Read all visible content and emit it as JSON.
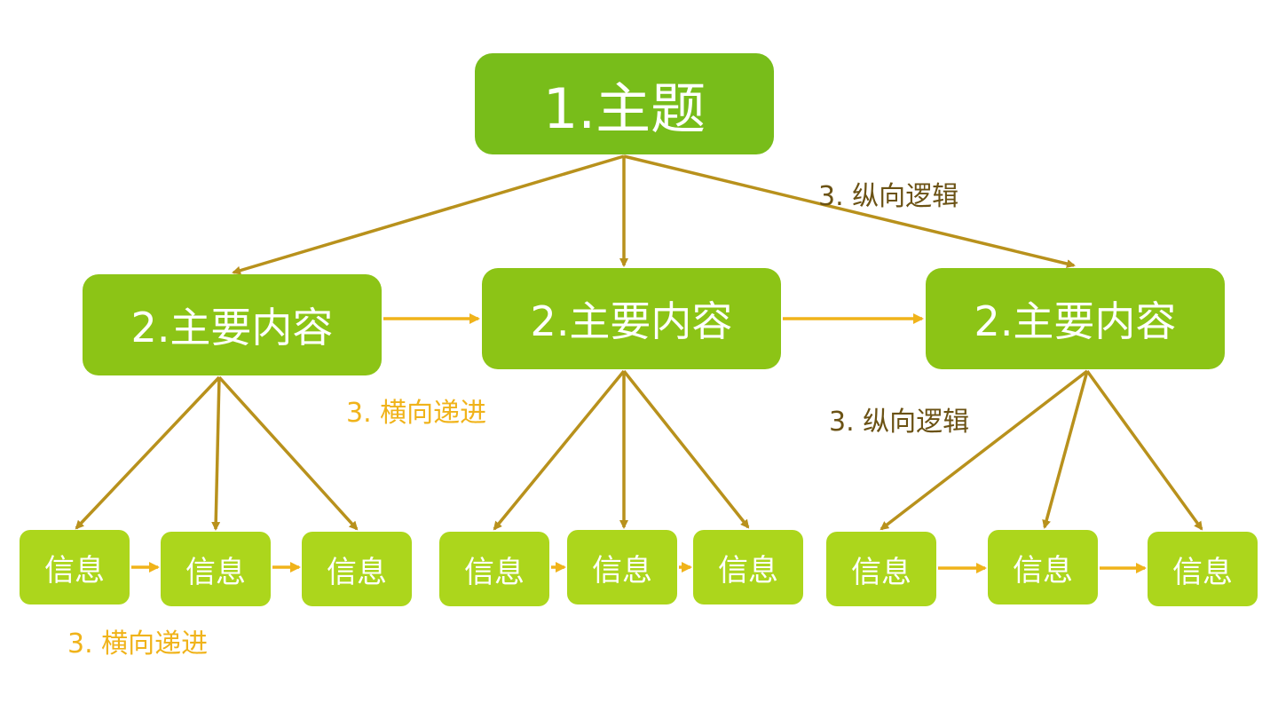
{
  "colors": {
    "topic_fill": "#78bd1a",
    "main_fill": "#8cc416",
    "info_fill": "#acd61c",
    "vertical_arrow": "#b8911c",
    "horizontal_arrow": "#f0b31a",
    "vertical_label": "#6b5214",
    "horizontal_label": "#f0b31a"
  },
  "topic": {
    "label": "1.主题"
  },
  "main_contents": [
    {
      "label": "2.主要内容"
    },
    {
      "label": "2.主要内容"
    },
    {
      "label": "2.主要内容"
    }
  ],
  "infos": [
    {
      "label": "信息"
    },
    {
      "label": "信息"
    },
    {
      "label": "信息"
    },
    {
      "label": "信息"
    },
    {
      "label": "信息"
    },
    {
      "label": "信息"
    },
    {
      "label": "信息"
    },
    {
      "label": "信息"
    },
    {
      "label": "信息"
    }
  ],
  "labels": {
    "vertical_top": "3. 纵向逻辑",
    "vertical_mid": "3. 纵向逻辑",
    "horizontal_mid": "3. 横向递进",
    "horizontal_bottom": "3. 横向递进"
  }
}
